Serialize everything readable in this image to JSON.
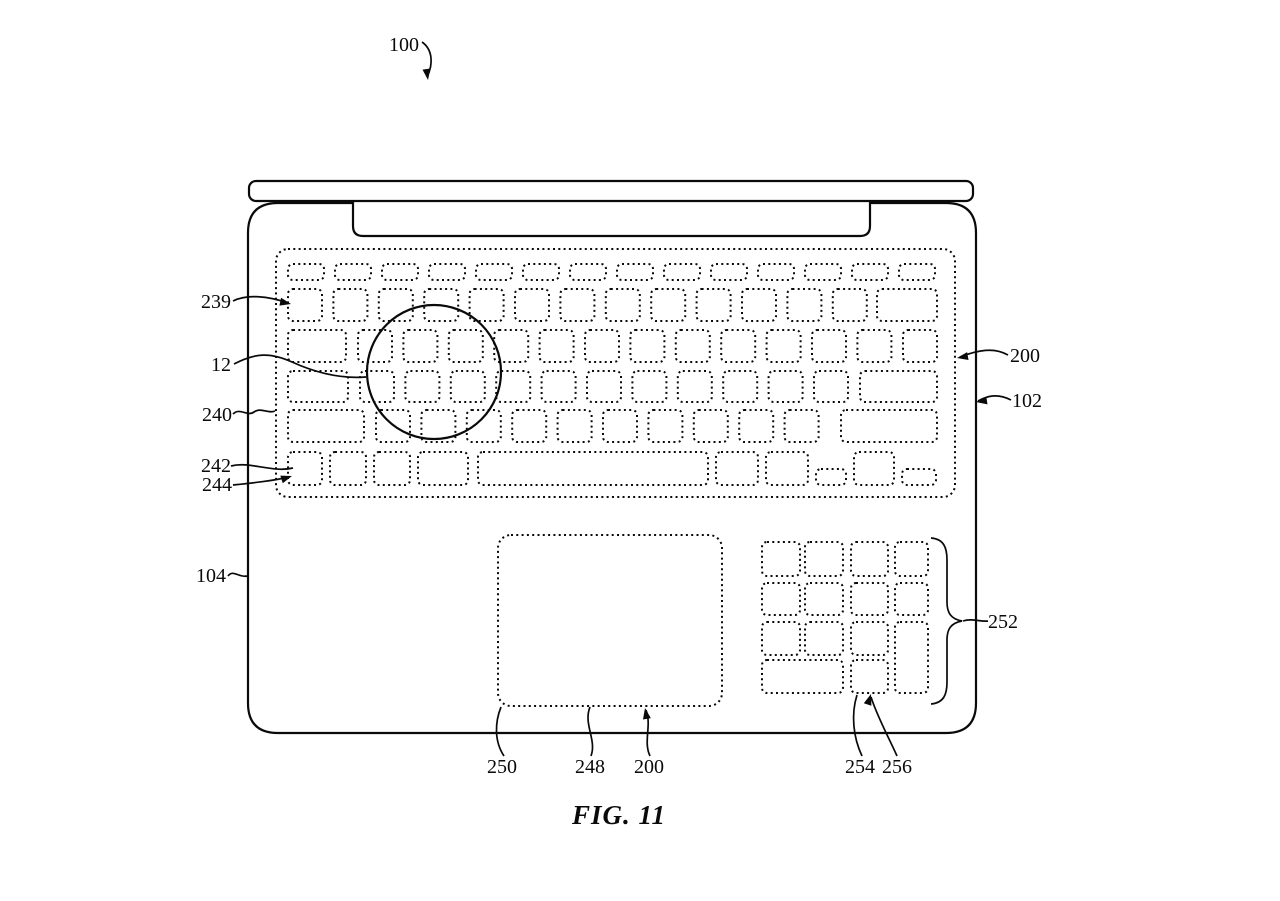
{
  "figure": {
    "caption": "FIG. 11"
  },
  "ref_labels": {
    "n100": "100",
    "n239": "239",
    "n12": "12",
    "n240": "240",
    "n242": "242",
    "n244": "244",
    "n104": "104",
    "n200_keyboard": "200",
    "n102": "102",
    "n252": "252",
    "n250": "250",
    "n248": "248",
    "n200_trackpad": "200",
    "n254": "254",
    "n256": "256"
  }
}
